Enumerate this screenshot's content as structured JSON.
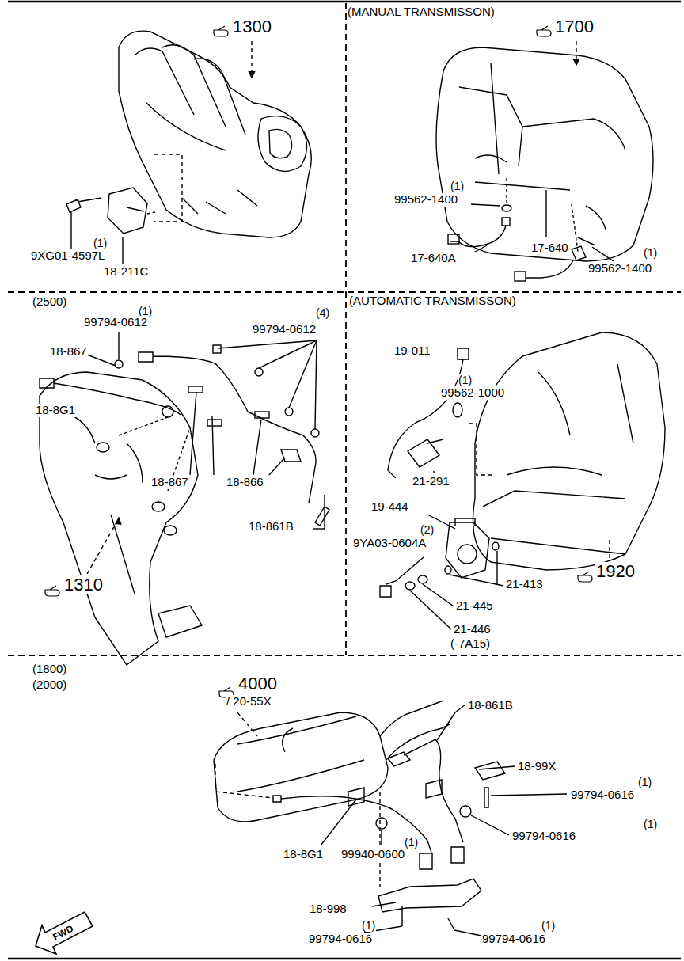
{
  "diagram": {
    "labels": [
      "1300",
      "(1)",
      "9XG01-4597L",
      "18-211C",
      "(MANUAL TRANSMISSON)",
      "1700",
      "(1)",
      "99562-1400",
      "17-640A",
      "17-640",
      "(1)",
      "99562-1400",
      "(2500)",
      "(1)",
      "99794-0612",
      "99794-0612",
      "(4)",
      "18-867",
      "18-8G1",
      "18-867",
      "18-866",
      "18-861B",
      "1310",
      "(AUTOMATIC TRANSMISSON)",
      "19-011",
      "(1)",
      "99562-1000",
      "21-291",
      "19-444",
      "(2)",
      "9YA03-0604A",
      "21-413",
      "1920",
      "21-445",
      "21-446",
      "(-7A15)",
      "(1800)",
      "(2000)",
      "4000",
      "/ 20-55X",
      "18-861B",
      "18-99X",
      "(1)",
      "99794-0616",
      "(1)",
      "99794-0616",
      "18-8G1",
      "(1)",
      "99940-0600",
      "18-998",
      "(1)",
      "99794-0616",
      "(1)",
      "99794-0616",
      "FWD"
    ]
  }
}
